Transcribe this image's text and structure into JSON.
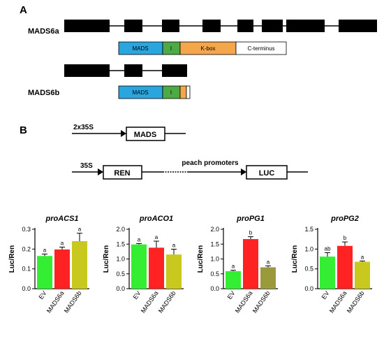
{
  "panel_a": {
    "letter": "A",
    "genes": [
      {
        "name": "MADS6a",
        "domains": [
          {
            "label": "MADS",
            "color": "#2aa6df"
          },
          {
            "label": "I",
            "color": "#4daa45"
          },
          {
            "label": "K-box",
            "color": "#f4a64a"
          },
          {
            "label": "C-terminus",
            "color": "#ffffff"
          }
        ]
      },
      {
        "name": "MADS6b",
        "domains": [
          {
            "label": "MADS",
            "color": "#2aa6df"
          },
          {
            "label": "I",
            "color": "#4daa45"
          },
          {
            "label": "",
            "color": "#f4a64a"
          },
          {
            "label": "",
            "color": "#ffffff"
          }
        ]
      }
    ]
  },
  "panel_b": {
    "letter": "B",
    "effector": {
      "promoter": "2x35S",
      "gene": "MADS"
    },
    "reporter": {
      "promoter": "35S",
      "control": "REN",
      "insert": "peach promoters",
      "reporter": "LUC"
    }
  },
  "chart_data": [
    {
      "type": "bar",
      "title": "proACS1",
      "ylabel": "Luc/Ren",
      "ylim": [
        0,
        0.3
      ],
      "ticks": [
        "0.0",
        "0.1",
        "0.2",
        "0.3"
      ],
      "categories": [
        "EV",
        "MADS6a",
        "MADS6b"
      ],
      "values": [
        0.165,
        0.198,
        0.24
      ],
      "errors": [
        0.01,
        0.012,
        0.04
      ],
      "letters": [
        "a",
        "a",
        "a"
      ]
    },
    {
      "type": "bar",
      "title": "proACO1",
      "ylabel": "Luc/Ren",
      "ylim": [
        0,
        2.0
      ],
      "ticks": [
        "0.0",
        "0.5",
        "1.0",
        "1.5",
        "2.0"
      ],
      "categories": [
        "EV",
        "MADS6a",
        "MADS6b"
      ],
      "values": [
        1.49,
        1.38,
        1.15
      ],
      "errors": [
        0.03,
        0.22,
        0.18
      ],
      "letters": [
        "a",
        "a",
        "a"
      ]
    },
    {
      "type": "bar",
      "title": "proPG1",
      "ylabel": "Luc/Ren",
      "ylim": [
        0,
        2.0
      ],
      "ticks": [
        "0.0",
        "0.5",
        "1.0",
        "1.5",
        "2.0"
      ],
      "categories": [
        "EV",
        "MADS6a",
        "MADS6b"
      ],
      "values": [
        0.59,
        1.67,
        0.72
      ],
      "errors": [
        0.03,
        0.08,
        0.05
      ],
      "letters": [
        "a",
        "b",
        "a"
      ]
    },
    {
      "type": "bar",
      "title": "proPG2",
      "ylabel": "Luc/Ren",
      "ylim": [
        0,
        1.5
      ],
      "ticks": [
        "0.0",
        "0.5",
        "1.0",
        "1.5"
      ],
      "categories": [
        "EV",
        "MADS6a",
        "MADS6b"
      ],
      "values": [
        0.81,
        1.08,
        0.68
      ],
      "errors": [
        0.1,
        0.1,
        0.02
      ],
      "letters": [
        "ab",
        "b",
        "a"
      ]
    }
  ],
  "colors": {
    "ev": "#33ee33",
    "mads6a": "#ff2222",
    "mads6b": "#c8c81e",
    "pg_mads6b": "#9a9a3c"
  }
}
